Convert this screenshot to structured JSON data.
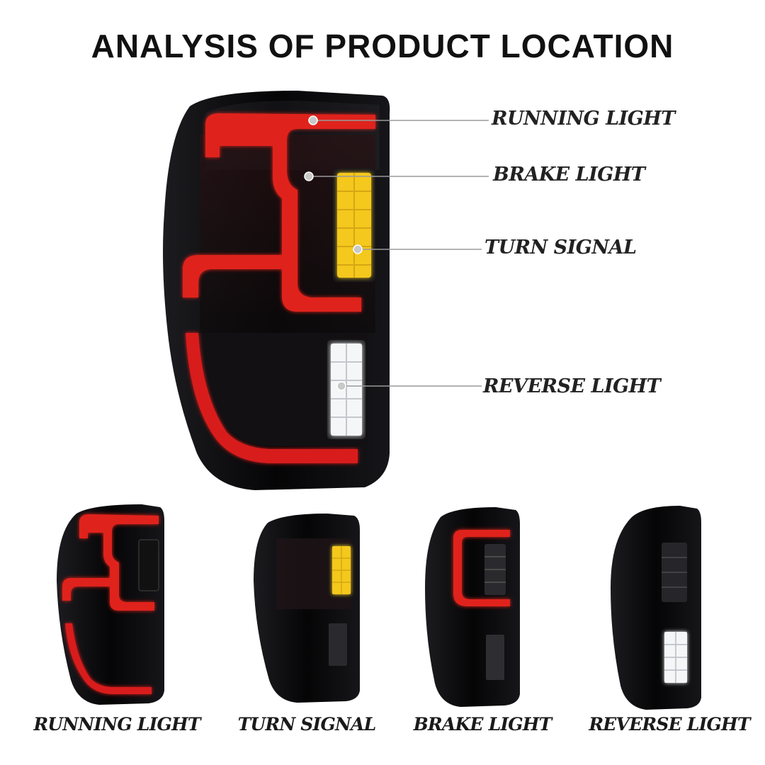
{
  "title": "ANALYSIS OF PRODUCT LOCATION",
  "callouts": [
    {
      "label": "RUNNING LIGHT"
    },
    {
      "label": "BRAKE LIGHT"
    },
    {
      "label": "TURN SIGNAL"
    },
    {
      "label": "REVERSE LIGHT"
    }
  ],
  "variants": [
    {
      "label": "RUNNING LIGHT"
    },
    {
      "label": "TURN SIGNAL"
    },
    {
      "label": "BRAKE LIGHT"
    },
    {
      "label": "REVERSE LIGHT"
    }
  ],
  "colors": {
    "housing": "#0b0b0d",
    "red": "#e0221f",
    "amber": "#f4c81e",
    "white": "#f4f6f8",
    "line": "#9a9a9a"
  }
}
